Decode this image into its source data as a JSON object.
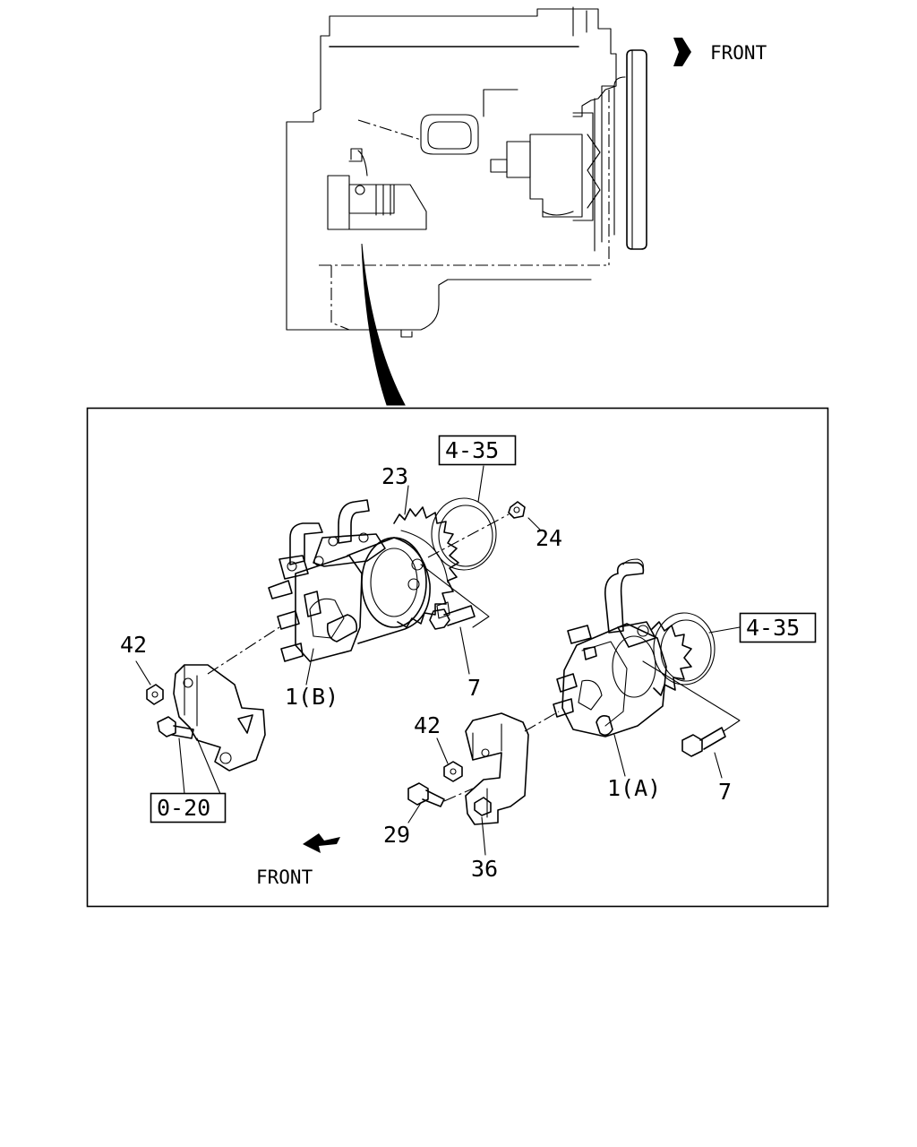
{
  "top_view": {
    "front_label": "FRONT"
  },
  "detail_view": {
    "front_label": "FRONT",
    "callouts": {
      "part_23": "23",
      "part_24": "24",
      "part_7_left": "7",
      "part_7_right": "7",
      "part_42_left": "42",
      "part_42_right": "42",
      "part_1b": "1(B)",
      "part_1a": "1(A)",
      "part_29": "29",
      "part_36": "36"
    },
    "reference_boxes": {
      "ref_4_35_top": "4-35",
      "ref_4_35_right": "4-35",
      "ref_0_20": "0-20"
    }
  }
}
